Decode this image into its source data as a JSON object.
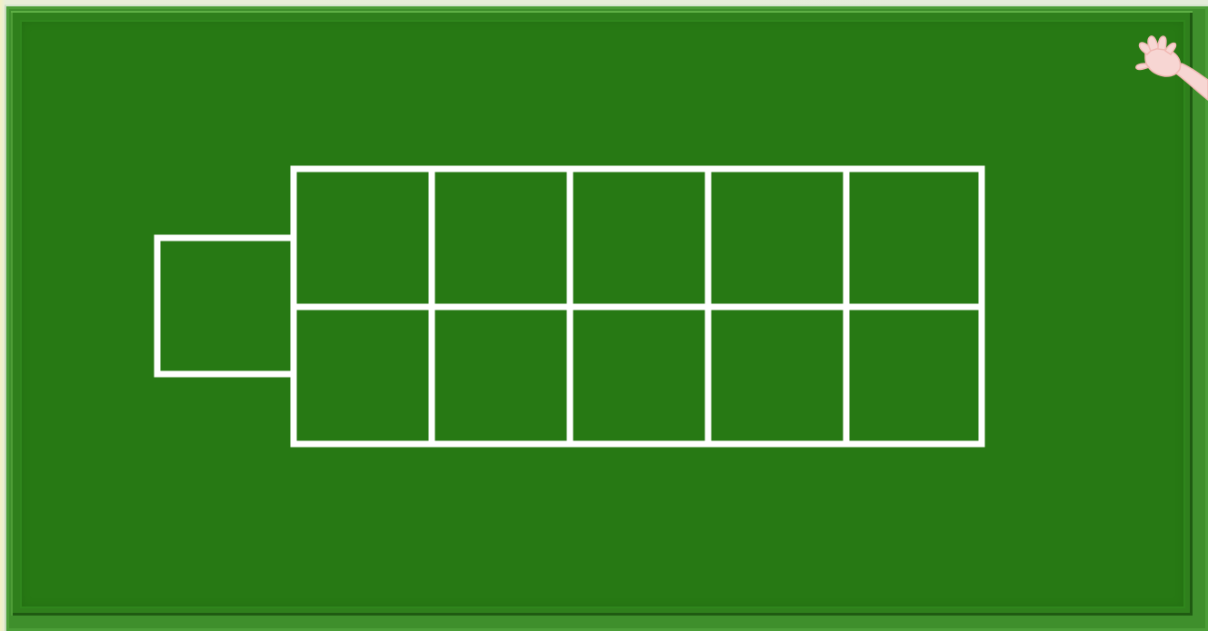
{
  "board": {
    "color": "#277914",
    "frame_color": "#3f8f2c",
    "line_color": "#ffffff"
  },
  "grid": {
    "rows": 2,
    "columns": 5,
    "extra_cells": 1,
    "total_cells": 11
  },
  "pointer": {
    "icon": "pointing-hand-icon",
    "color": "#f7d6d3"
  }
}
